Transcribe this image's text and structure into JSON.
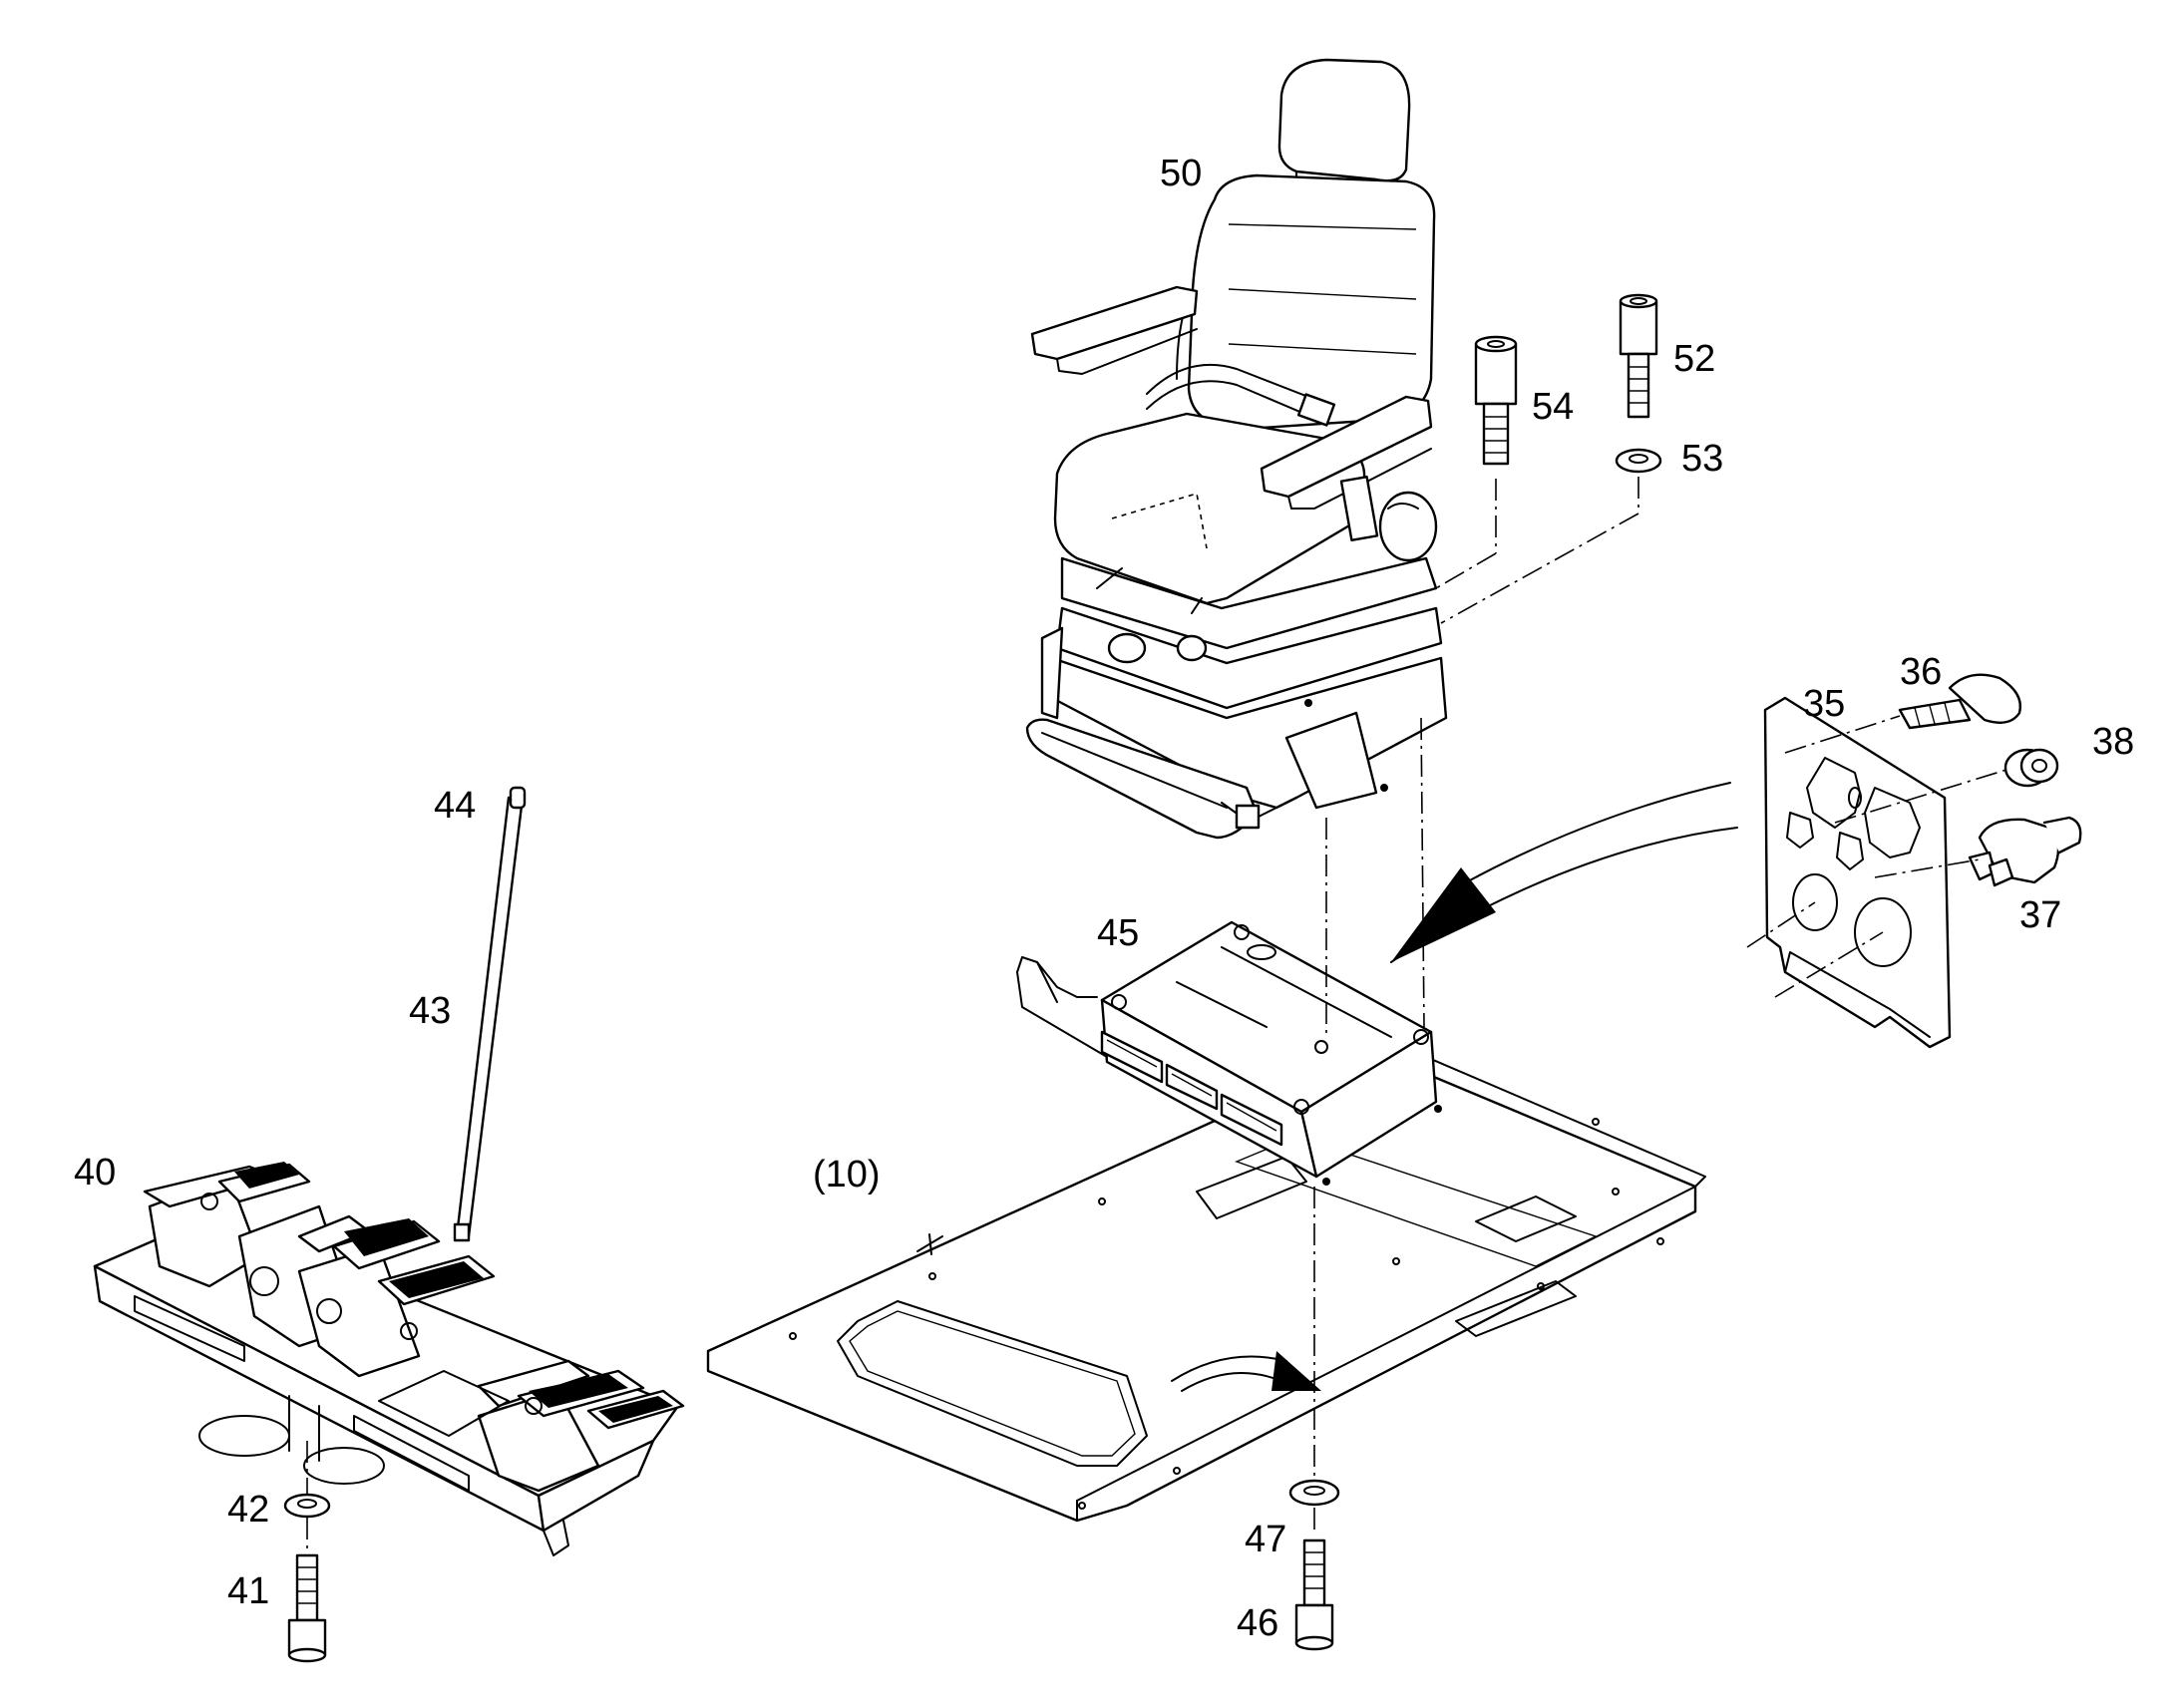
{
  "labels": {
    "l35": "35",
    "l36": "36",
    "l37": "37",
    "l38": "38",
    "l40": "40",
    "l41": "41",
    "l42": "42",
    "l43": "43",
    "l44": "44",
    "l45": "45",
    "l46": "46",
    "l47": "47",
    "l50": "50",
    "l52": "52",
    "l53": "53",
    "l54": "54",
    "l10": "(10)"
  },
  "colors": {
    "ink": "#000000",
    "paper": "#ffffff"
  }
}
